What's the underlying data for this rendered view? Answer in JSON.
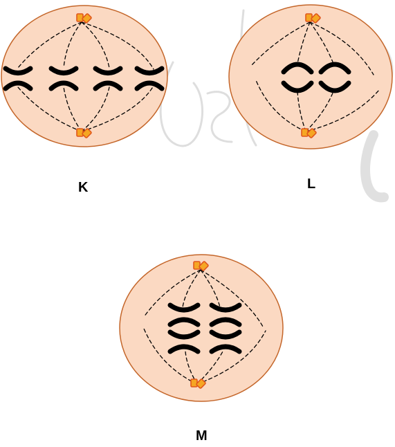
{
  "cells": [
    {
      "id": "K",
      "label": "K"
    },
    {
      "id": "L",
      "label": "L"
    },
    {
      "id": "M",
      "label": "M"
    }
  ],
  "colors": {
    "cytoplasm": "#fbd9c2",
    "membrane": "#c4662a",
    "centrosome_fill": "#f5a623",
    "centrosome_stroke": "#e0561c",
    "chromosome": "#000000",
    "watermark": "#d9d9d9"
  }
}
